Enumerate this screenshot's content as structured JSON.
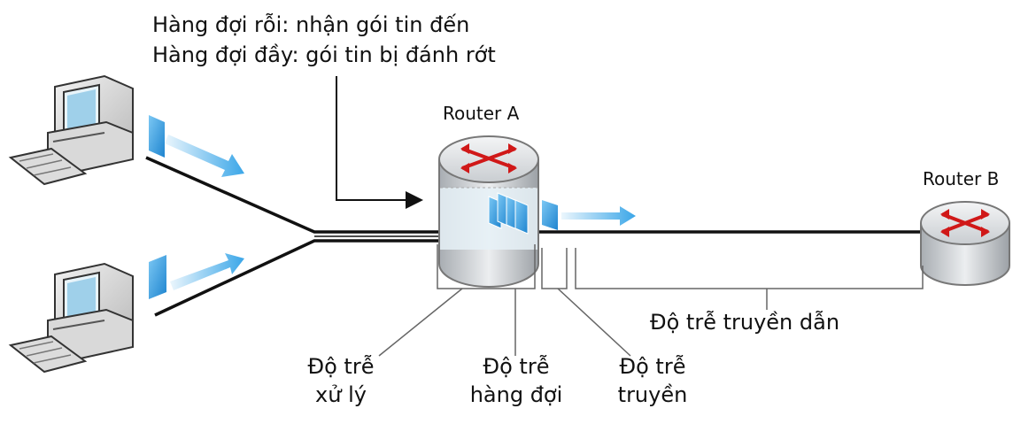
{
  "annotation": {
    "line1": "Hàng đợi rỗi: nhận gói tin đến",
    "line2": "Hàng đợi đầy: gói tin bị đánh rớt"
  },
  "routers": {
    "a_label": "Router A",
    "b_label": "Router B"
  },
  "delays": {
    "processing_line1": "Độ trễ",
    "processing_line2": "xử lý",
    "queuing_line1": "Độ trễ",
    "queuing_line2": "hàng đợi",
    "transmission_line1": "Độ trễ",
    "transmission_line2": "truyền",
    "propagation": "Độ trễ truyền dẫn"
  },
  "colors": {
    "packet": "#3aa6e8",
    "arrow": "#3aa6e8",
    "router_arrow": "#d01818",
    "router_body": "#cfd3d6",
    "link": "#111111"
  },
  "icons": [
    "computer-icon",
    "router-icon",
    "packet-icon",
    "arrow-icon"
  ]
}
